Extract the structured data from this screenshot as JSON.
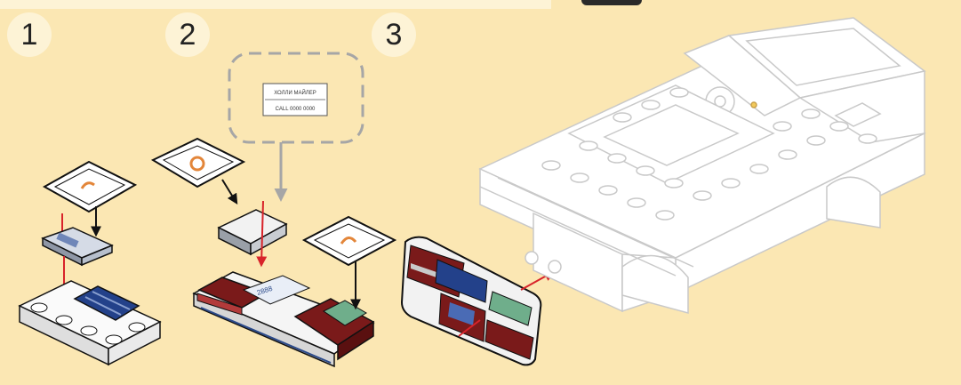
{
  "steps": [
    {
      "number": "1"
    },
    {
      "number": "2"
    },
    {
      "number": "3"
    }
  ],
  "callout": {
    "line1": "ХОЛЛИ МАЙЛЕР",
    "line2": "CALL 0000 0000"
  },
  "bricks": {
    "tile_print": "",
    "wedge_number": "2888"
  },
  "colors": {
    "background": "#fbe7b3",
    "arrow_red": "#d8232a",
    "arrow_black": "#111111",
    "arrow_grey": "#a6a6a6",
    "brick_blue": "#23418a",
    "brick_darkred": "#7a1a1a",
    "brick_green": "#6fae8b"
  }
}
